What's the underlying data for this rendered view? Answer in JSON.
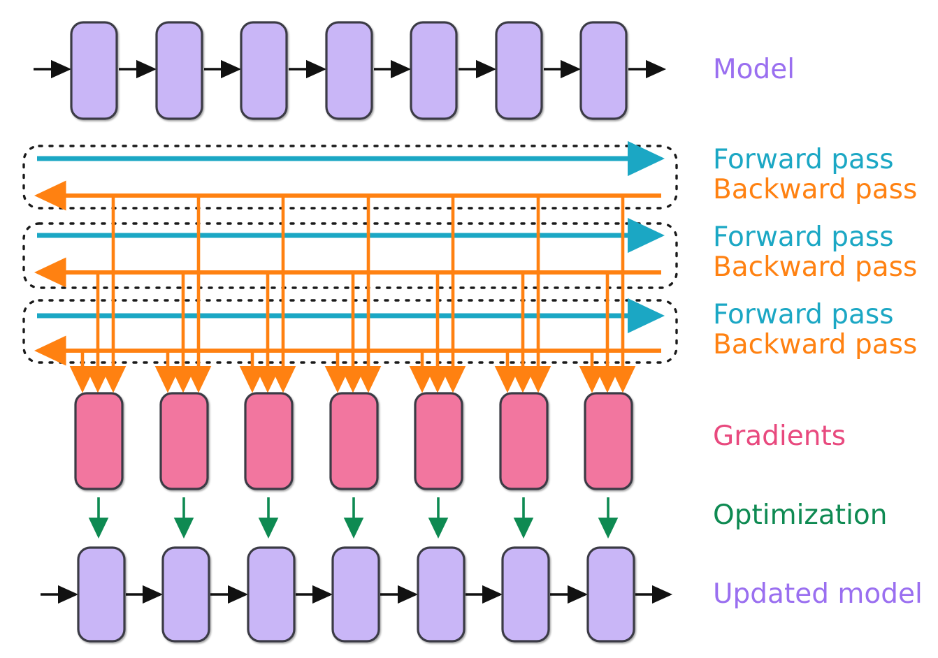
{
  "diagram": {
    "title": "Distributed data-parallel training: forward pass, backward pass, gradients, optimization",
    "colors": {
      "model_fill": "#c9b6f7",
      "model_stroke": "#3b3b45",
      "gradient_fill": "#f2769f",
      "gradient_stroke": "#3b3b45",
      "forward": "#1ba7c4",
      "backward": "#ff8111",
      "optimization": "#0e8a52",
      "model_label": "#9a6ff0",
      "gradient_label": "#e8497e",
      "dotted_box": "#1a1a1a",
      "arrow_black": "#111111",
      "background": "#ffffff"
    },
    "layers": {
      "count": 7,
      "model_box_label": "",
      "gradient_box_label": ""
    },
    "passes": {
      "count": 3,
      "forward_label": "Forward pass",
      "backward_label": "Backward pass",
      "gradients_per_layer": 3
    },
    "labels": [
      {
        "id": "model",
        "text": "Model",
        "color": "#9a6ff0"
      },
      {
        "id": "forward-1",
        "text": "Forward pass",
        "color": "#1ba7c4"
      },
      {
        "id": "backward-1",
        "text": "Backward pass",
        "color": "#ff8111"
      },
      {
        "id": "forward-2",
        "text": "Forward pass",
        "color": "#1ba7c4"
      },
      {
        "id": "backward-2",
        "text": "Backward pass",
        "color": "#ff8111"
      },
      {
        "id": "forward-3",
        "text": "Forward pass",
        "color": "#1ba7c4"
      },
      {
        "id": "backward-3",
        "text": "Backward pass",
        "color": "#ff8111"
      },
      {
        "id": "gradients",
        "text": "Gradients",
        "color": "#e8497e"
      },
      {
        "id": "optimization",
        "text": "Optimization",
        "color": "#0e8a52"
      },
      {
        "id": "updated-model",
        "text": "Updated model",
        "color": "#9a6ff0"
      }
    ]
  }
}
